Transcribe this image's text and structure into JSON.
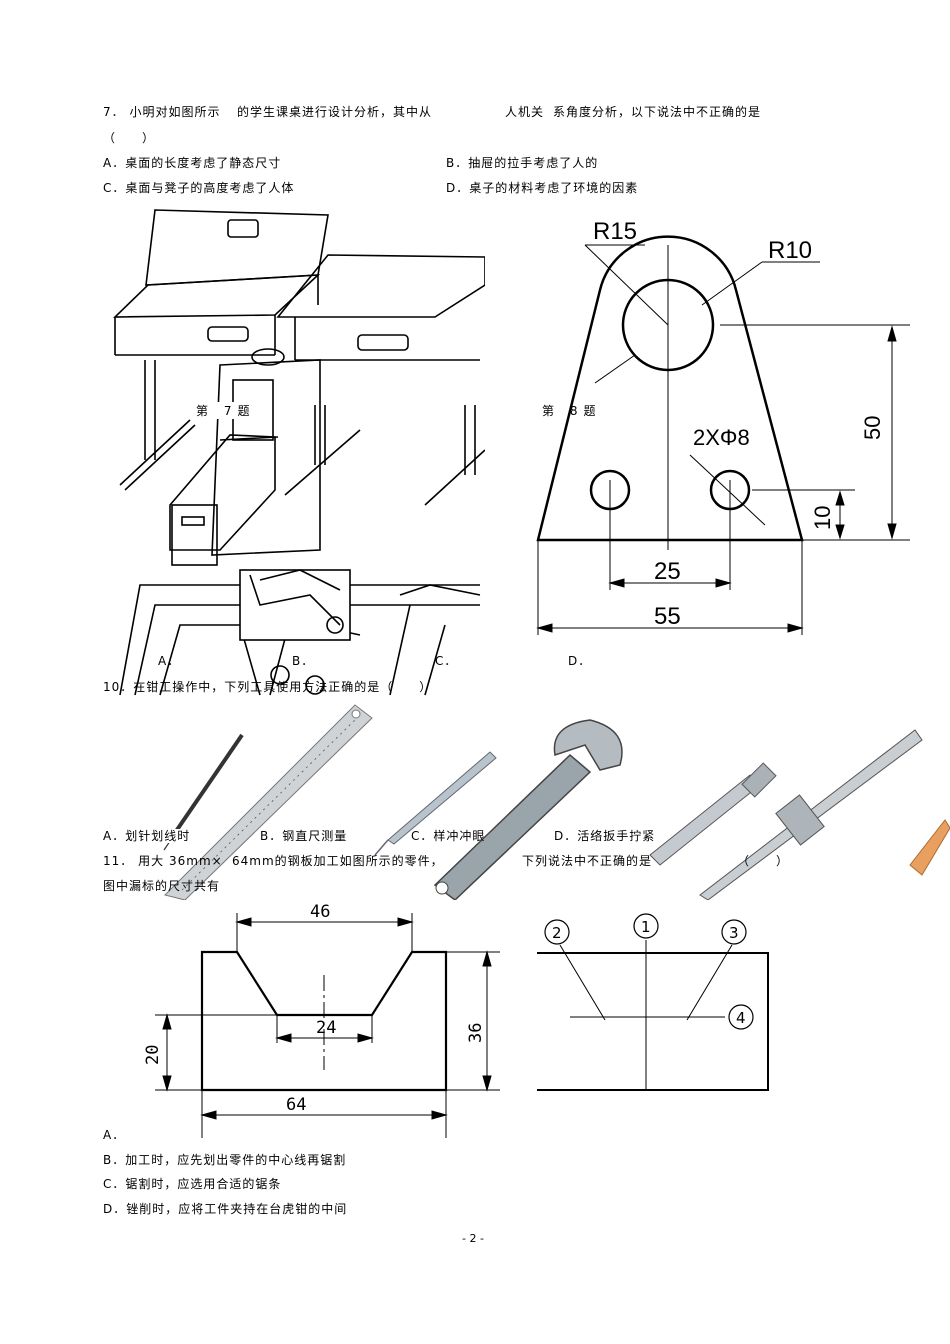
{
  "q7": {
    "line1_a": "7． 小明对如图所示",
    "line1_b": "的学生课桌进行设计分析，其中从",
    "line1_c": "人机关",
    "line1_d": "系角度分析，以下说法中不正确的是",
    "line2": "（　　）　　　　　　　　　　　　　　　　　　　　　　　　　　　　　　　　",
    "opt_a": "A．桌面的长度考虑了静态尺寸",
    "opt_b": "B．抽屉的拉手考虑了人的",
    "opt_c": "C．桌面与凳子的高度考虑了人体",
    "opt_d": "D．桌子的材料考虑了环境的因素",
    "fig_label": "第 7题"
  },
  "q8": {
    "fig_label": "第 8题",
    "dims": {
      "r15": "R15",
      "r10": "R10",
      "holes": "2XΦ8",
      "h50": "50",
      "h10": "10",
      "w25": "25",
      "w55": "55"
    }
  },
  "q9": {
    "opt_a": "A．",
    "opt_b": "B．",
    "opt_c": "C．",
    "opt_d": "D．"
  },
  "q10": {
    "stem": "10．在钳工操作中，下列工具使用方法正确的是（　　）",
    "opt_a": "A．划针划线时",
    "opt_b": "B．钢直尺测量",
    "opt_c": "C．样冲冲眼",
    "opt_d": "D．活络扳手拧紧"
  },
  "q11": {
    "stem_a": "11． 用大",
    "stem_b": "36mm×",
    "stem_c": "64mm的钢板加工如图所示的零件，",
    "stem_d": "下列说法中不正确的是",
    "stem_e": "（　　）",
    "stem_line2": "图中漏标的尺寸共有",
    "dims": {
      "w46": "46",
      "w24": "24",
      "w64": "64",
      "h20": "20",
      "h36": "36"
    },
    "circles": [
      "1",
      "2",
      "3",
      "4"
    ],
    "opt_a": "A．",
    "opt_b": "B．加工时，应先划出零件的中心线再锯割",
    "opt_c": "C．锯割时，应选用合适的锯条",
    "opt_d": "D．锉削时，应将工件夹持在台虎钳的中间"
  },
  "footer": {
    "page": "- 2 -"
  }
}
